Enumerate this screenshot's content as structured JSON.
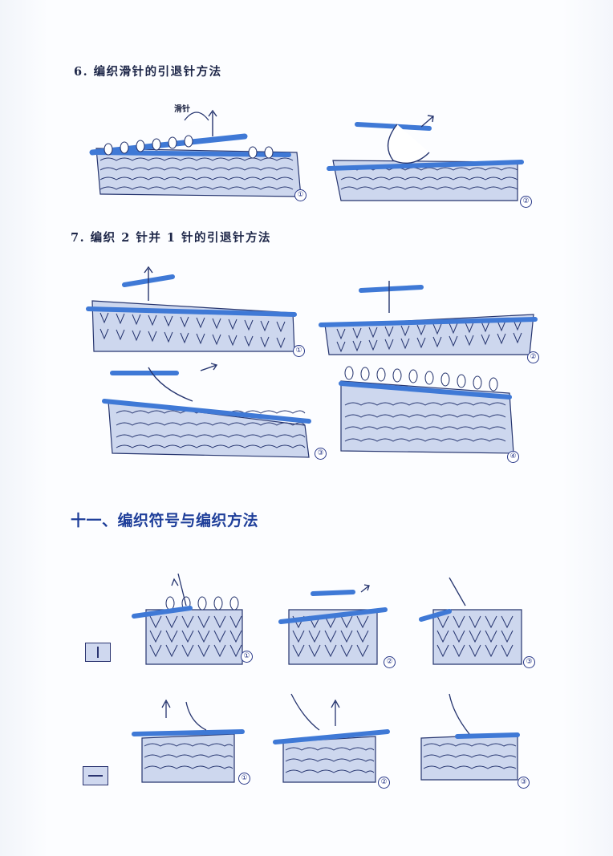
{
  "section6": {
    "title": "6. 编织滑针的引退针方法",
    "slip_label": "滑针"
  },
  "section7": {
    "title": "7. 编织 2 针并 1 针的引退针方法"
  },
  "section11": {
    "title": "十一、编织符号与编织方法"
  },
  "step_labels": [
    "①",
    "②",
    "③",
    "④"
  ],
  "symbols": {
    "knit": "knit-stitch-symbol",
    "purl": "purl-stitch-symbol"
  },
  "colors": {
    "needle": "#3f79d6",
    "fabric_fill": "#cdd7ee",
    "stitch_line": "#26356f",
    "heading_blue": "#1f3f9a"
  }
}
